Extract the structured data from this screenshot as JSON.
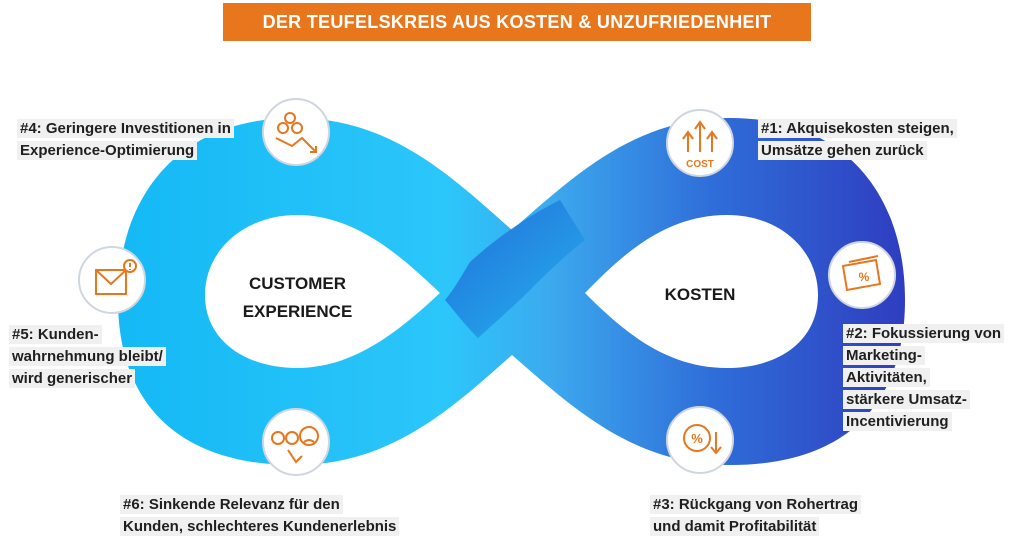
{
  "title": "DER TEUFELSKREIS AUS KOSTEN & UNZUFRIEDENHEIT",
  "left_loop": {
    "line1": "CUSTOMER",
    "line2": "EXPERIENCE"
  },
  "right_loop": {
    "label": "KOSTEN"
  },
  "steps": [
    {
      "num": "#1",
      "lines": [
        "#1: Akquisekosten steigen,",
        "Umsätze gehen zurück"
      ],
      "icon": "cost-arrows-icon",
      "icon_text": "COST"
    },
    {
      "num": "#2",
      "lines": [
        "#2: Fokussierung von",
        "Marketing-",
        "Aktivitäten,",
        "stärkere Umsatz-",
        "Incentivierung"
      ],
      "icon": "discount-ticket-icon",
      "icon_text": "%"
    },
    {
      "num": "#3",
      "lines": [
        "#3: Rückgang von Rohertrag",
        "und damit Profitabilität"
      ],
      "icon": "percent-decline-icon",
      "icon_text": "%"
    },
    {
      "num": "#4",
      "lines": [
        "#4: Geringere Investitionen in",
        "Experience-Optimierung"
      ],
      "icon": "investment-decline-icon"
    },
    {
      "num": "#5",
      "lines": [
        "#5: Kunden-",
        "wahrnehmung bleibt/",
        "wird generischer"
      ],
      "icon": "email-alert-icon"
    },
    {
      "num": "#6",
      "lines": [
        "#6: Sinkende Relevanz für den",
        "Kunden, schlechteres Kundenerlebnis"
      ],
      "icon": "rating-faces-icon"
    }
  ],
  "colors": {
    "orange": "#E8761C",
    "cyan": "#22BFF7",
    "blue": "#2F49C9",
    "label_bg": "#f0f0f0"
  }
}
